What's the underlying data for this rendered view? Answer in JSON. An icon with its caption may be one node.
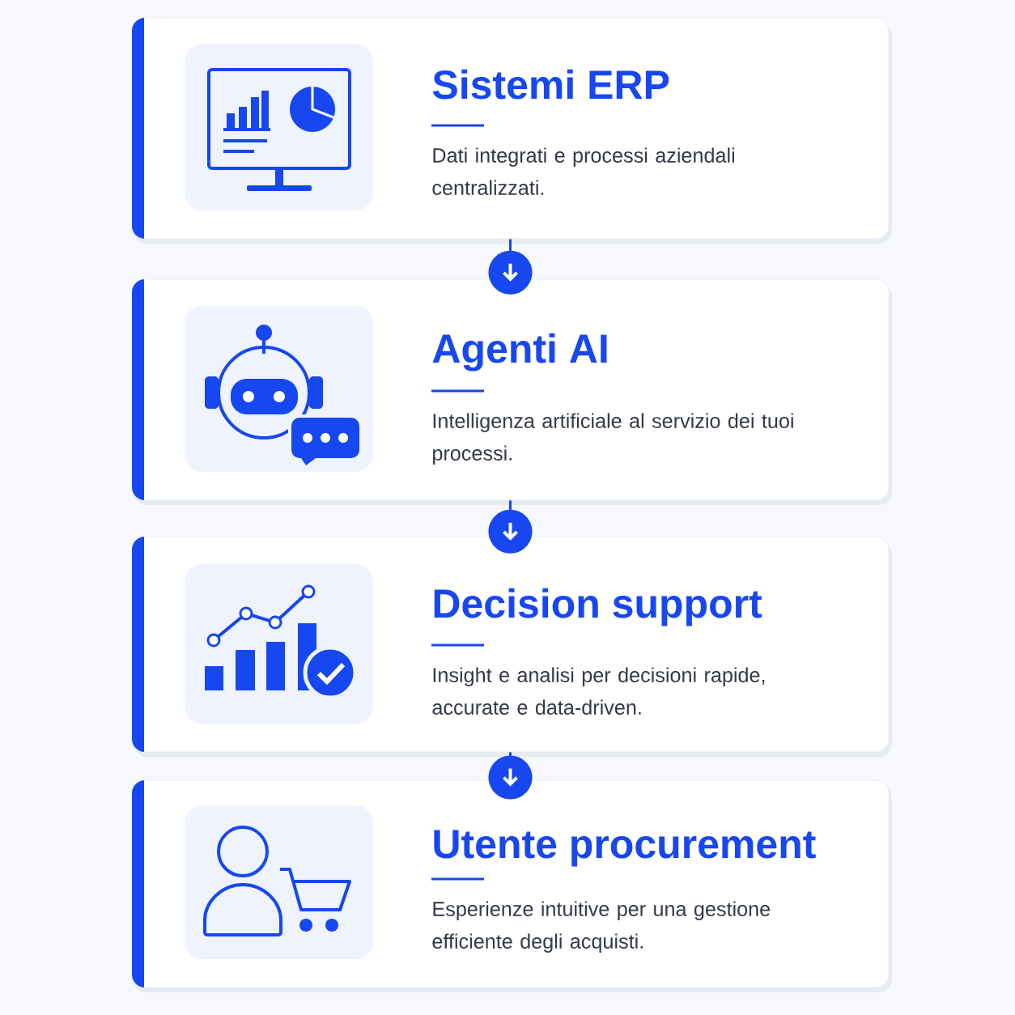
{
  "diagram": {
    "nodes": [
      {
        "text": [
          "Sistemi ERP",
          "Dati integrati e processi aziendali centralizzati."
        ]
      },
      {
        "text": [
          "Agenti AI",
          "Intelligenza artificiale al servizio dei tuoi processi."
        ]
      },
      {
        "text": [
          "Decision support",
          "Insight e analisi per decisioni rapide, accurate e data-driven."
        ]
      },
      {
        "text": [
          "Utente procurement",
          "Esperienze intuitive per una gestione efficiente degli acquisti."
        ]
      }
    ],
    "edges": [
      {
        "from": 0,
        "to": 1,
        "arrow": "to"
      },
      {
        "from": 1,
        "to": 2,
        "arrow": "to"
      },
      {
        "from": 2,
        "to": 3,
        "arrow": "to"
      }
    ]
  }
}
